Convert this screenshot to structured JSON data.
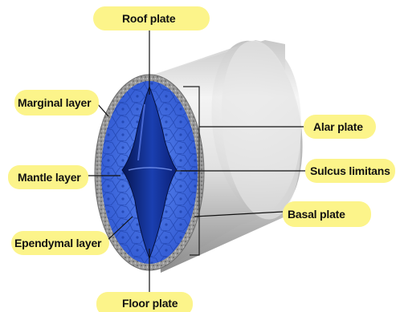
{
  "diagram": {
    "labels": {
      "roof_plate": "Roof plate",
      "marginal_layer": "Marginal layer",
      "mantle_layer": "Mantle layer",
      "ependymal_layer": "Ependymal layer",
      "floor_plate": "Floor plate",
      "alar_plate": "Alar plate",
      "sulcus_limitans": "Sulcus limitans",
      "basal_plate": "Basal plate"
    },
    "colors": {
      "highlight": "#fcf48a",
      "tissue_blue": "#3f68e0",
      "canal_dark": "#0a1f75",
      "marginal_gray": "#8a8a8a",
      "tube_gray": "#d9d9d9"
    }
  }
}
